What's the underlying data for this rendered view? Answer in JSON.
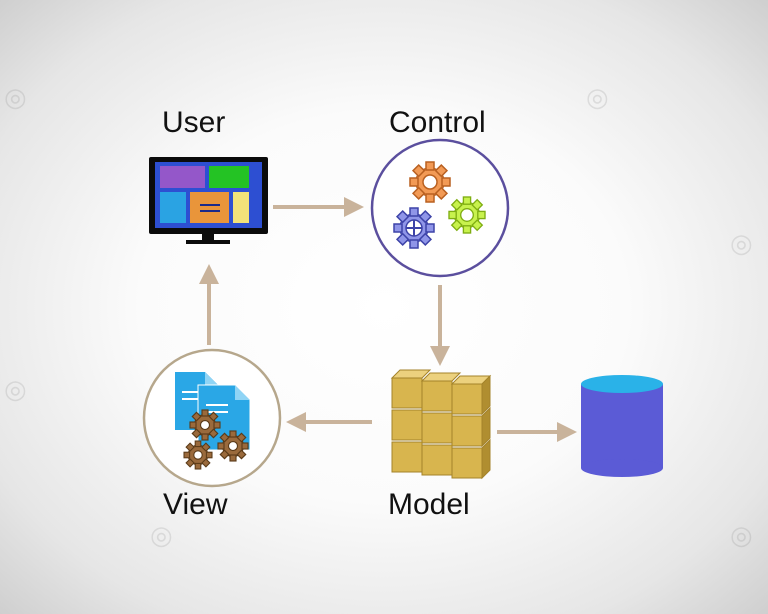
{
  "nodes": {
    "user": {
      "label": "User"
    },
    "control": {
      "label": "Control"
    },
    "view": {
      "label": "View"
    },
    "model": {
      "label": "Model"
    },
    "database": {
      "label": ""
    }
  },
  "colors": {
    "arrow": "#c9b39b",
    "circle_border_control": "#5b4f9e",
    "circle_border_view": "#b6a78c",
    "monitor_frame": "#0b0b0b",
    "database": "#5b5bd6",
    "cube": "#d4b04a"
  },
  "icons": [
    "monitor-icon",
    "gears-icon",
    "documents-gears-icon",
    "cubes-icon",
    "database-icon"
  ]
}
